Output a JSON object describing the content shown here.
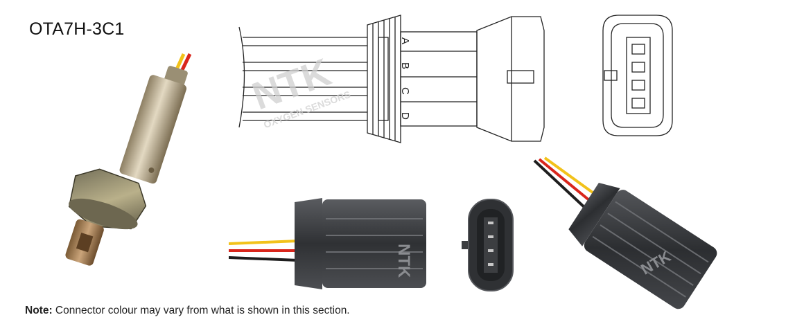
{
  "part_number": "OTA7H-3C1",
  "note": {
    "label": "Note:",
    "text": " Connector colour may vary from what is shown in this section."
  },
  "pin_labels": [
    "A",
    "B",
    "C",
    "D"
  ],
  "watermark": {
    "brand": "NTK",
    "subtitle": "OXYGEN SENSORS"
  },
  "connector_brand": "NTK",
  "colors": {
    "wire_yellow": "#f2c21b",
    "wire_red": "#d9261c",
    "wire_black": "#1e1e1e",
    "connector_body": "#3b3d40",
    "sensor_body": "#b8a98a",
    "line_art": "#222222"
  }
}
